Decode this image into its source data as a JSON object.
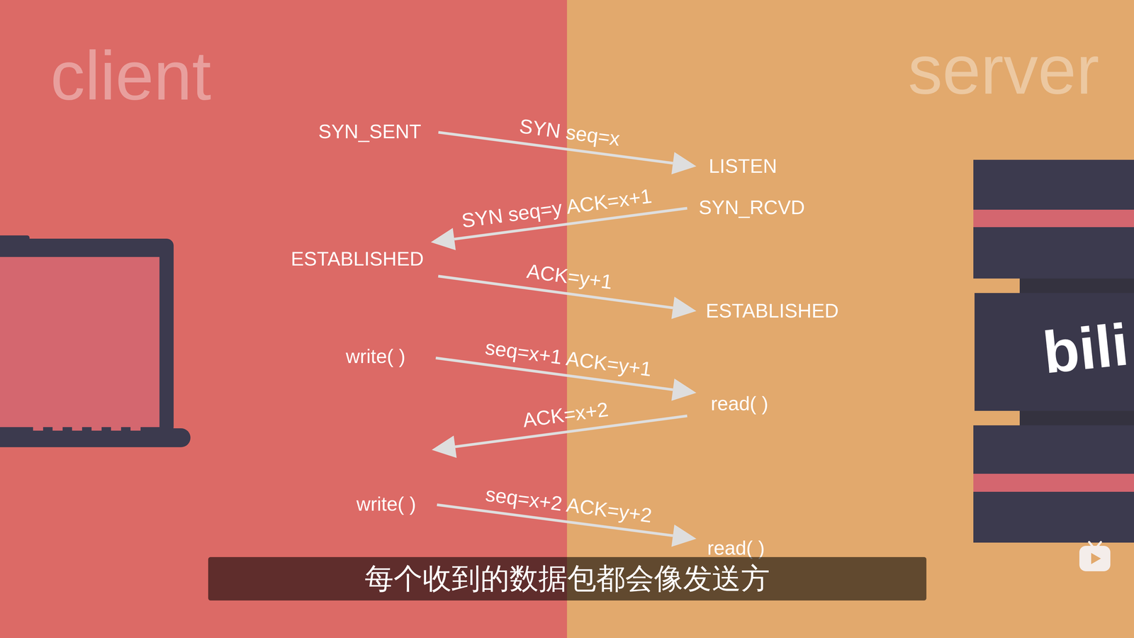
{
  "diagram": {
    "caption": "每个收到的数据包都会像发送方",
    "nodes": [
      {
        "text": [
          "SYN_SENT"
        ]
      },
      {
        "text": [
          "LISTEN"
        ]
      },
      {
        "text": [
          "SYN_RCVD"
        ]
      },
      {
        "text": [
          "ESTABLISHED"
        ]
      },
      {
        "text": [
          "ESTABLISHED"
        ]
      },
      {
        "text": [
          "write( )"
        ]
      },
      {
        "text": [
          "read( )"
        ]
      },
      {
        "text": [
          "write( )"
        ]
      },
      {
        "text": [
          "read( )"
        ]
      }
    ],
    "edges": [
      {
        "from": 0,
        "to": 1,
        "label": "SYN seq=x",
        "arrow": "to"
      },
      {
        "from": 2,
        "to": 3,
        "label": "SYN seq=y ACK=x+1",
        "arrow": "to"
      },
      {
        "from": 3,
        "to": 4,
        "label": "ACK=y+1",
        "arrow": "to"
      },
      {
        "from": 5,
        "to": 6,
        "label": "seq=x+1 ACK=y+1",
        "arrow": "to"
      },
      {
        "from": 7,
        "to": 8,
        "label": "seq=x+2 ACK=y+2",
        "arrow": "to"
      }
    ],
    "labels": [
      "client",
      "server",
      "ACK=x+2",
      "bili"
    ]
  }
}
